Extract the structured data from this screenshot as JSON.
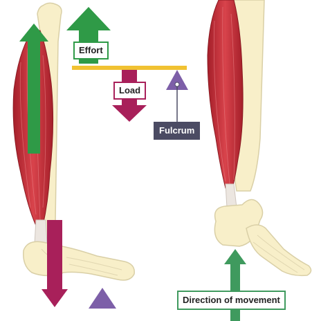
{
  "labels": {
    "effort": "Effort",
    "load": "Load",
    "fulcrum": "Fulcrum",
    "direction": "Direction of movement"
  },
  "colors": {
    "effort_arrow": "#2f9a47",
    "load_arrow": "#a8205a",
    "fulcrum": "#7d5fa8",
    "fulcrum_label_bg": "#4b4b63",
    "lever_bar": "#f1c232",
    "movement_arrow": "#3f9a5e",
    "muscle": "#c8323a",
    "bone": "#f8efc9",
    "bone_outline": "#d9cfa6"
  }
}
